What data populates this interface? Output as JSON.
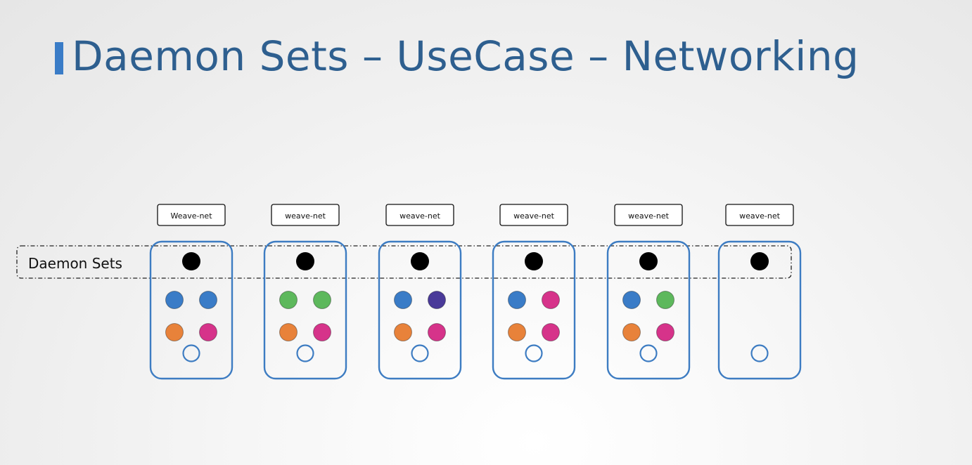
{
  "title": "Daemon Sets – UseCase – Networking",
  "daemon_sets_label": "Daemon Sets",
  "colors": {
    "title": "#2e5f8f",
    "accent_bar": "#3a7cc7",
    "node_border": "#3d7cc2",
    "daemon_pod": "#000000",
    "blue": "#3a7cc7",
    "green": "#5db85c",
    "orange": "#e8823a",
    "pink": "#d6338a",
    "purple": "#4a3a99"
  },
  "nodes": [
    {
      "label": "Weave-net",
      "pods": [
        "blue",
        "blue",
        "orange",
        "pink"
      ]
    },
    {
      "label": "weave-net",
      "pods": [
        "green",
        "green",
        "orange",
        "pink"
      ]
    },
    {
      "label": "weave-net",
      "pods": [
        "blue",
        "purple",
        "orange",
        "pink"
      ]
    },
    {
      "label": "weave-net",
      "pods": [
        "blue",
        "pink",
        "orange",
        "pink"
      ]
    },
    {
      "label": "weave-net",
      "pods": [
        "blue",
        "green",
        "orange",
        "pink"
      ]
    },
    {
      "label": "weave-net",
      "pods": []
    }
  ]
}
